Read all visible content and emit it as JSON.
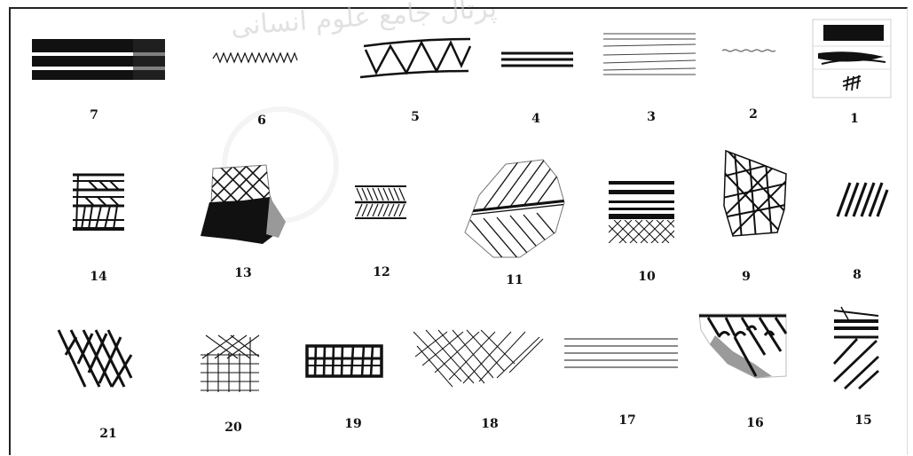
{
  "watermark": "ﭘﺮﺗﺎﻝ ﺟﺎﻣﻊ ﻋﻠﻮﻡ ﺍﻧﺴﺎﻧﯽ",
  "motifs": [
    {
      "id": "m7",
      "label": "7"
    },
    {
      "id": "m6",
      "label": "6"
    },
    {
      "id": "m5",
      "label": "5"
    },
    {
      "id": "m4",
      "label": "4"
    },
    {
      "id": "m3",
      "label": "3"
    },
    {
      "id": "m2",
      "label": "2"
    },
    {
      "id": "m1",
      "label": "1"
    },
    {
      "id": "m14",
      "label": "14"
    },
    {
      "id": "m13",
      "label": "13"
    },
    {
      "id": "m12",
      "label": "12"
    },
    {
      "id": "m11",
      "label": "11"
    },
    {
      "id": "m10",
      "label": "10"
    },
    {
      "id": "m9",
      "label": "9"
    },
    {
      "id": "m8",
      "label": "8"
    },
    {
      "id": "m21",
      "label": "21"
    },
    {
      "id": "m20",
      "label": "20"
    },
    {
      "id": "m19",
      "label": "19"
    },
    {
      "id": "m18",
      "label": "18"
    },
    {
      "id": "m17",
      "label": "17"
    },
    {
      "id": "m16",
      "label": "16"
    },
    {
      "id": "m15",
      "label": "15"
    }
  ],
  "colors": {
    "ink": "#111111",
    "shadow": "#9a9a9a",
    "watermark": "#c9c9c9"
  }
}
